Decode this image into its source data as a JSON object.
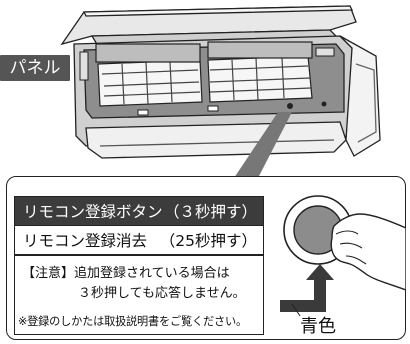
{
  "panel_label": "パネル",
  "callout": {
    "register_button_label": "リモコン登録ボタン",
    "register_button_seconds": "（３秒押す）",
    "erase_label": "リモコン登録消去",
    "erase_seconds": "（25秒押す）",
    "note_line1": "【注意】追加登録されている場合は",
    "note_line2": "３秒押しても応答しません。",
    "note_line3": "※登録のしかたは取扱説明書をご覧ください。"
  },
  "button_color_label": "青色"
}
